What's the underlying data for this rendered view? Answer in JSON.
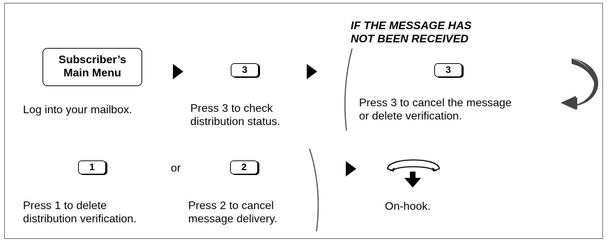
{
  "menu": {
    "label": "Subscriber’s\nMain Menu"
  },
  "heading": "IF THE MESSAGE HAS\nNOT BEEN RECEIVED",
  "keys": {
    "k3a": "3",
    "k3b": "3",
    "k1": "1",
    "k2": "2"
  },
  "or_label": "or",
  "captions": {
    "login": "Log into your mailbox.",
    "check": "Press 3 to check\ndistribution status.",
    "cancel": "Press 3 to cancel the message\nor delete verification.",
    "delete": "Press 1 to delete\ndistribution verification.",
    "cancel_delivery": "Press 2 to cancel\nmessage delivery.",
    "onhook": "On-hook."
  },
  "icons": [
    "arrow-right-icon",
    "curved-return-arrow-icon",
    "phone-on-hook-icon"
  ]
}
